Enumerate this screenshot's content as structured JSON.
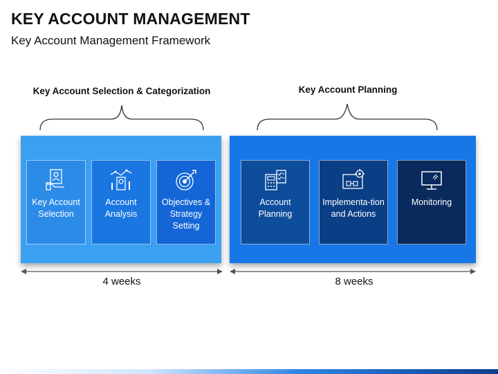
{
  "title": "KEY ACCOUNT MANAGEMENT",
  "subtitle": "Key Account Management Framework",
  "groups": [
    {
      "label": "Key Account Selection & Categorization",
      "duration": "4 weeks",
      "cards": [
        {
          "label": "Key Account Selection",
          "icon": "user-profile-document-icon"
        },
        {
          "label": "Account Analysis",
          "icon": "financial-analysis-icon"
        },
        {
          "label": "Objectives & Strategy Setting",
          "icon": "target-arrow-icon"
        }
      ]
    },
    {
      "label": "Key Account Planning",
      "duration": "8 weeks",
      "cards": [
        {
          "label": "Account Planning",
          "icon": "calculator-checklist-icon"
        },
        {
          "label": "Implementa-tion and Actions",
          "icon": "gear-chart-icon"
        },
        {
          "label": "Monitoring",
          "icon": "monitor-icon"
        }
      ]
    }
  ],
  "colors": {
    "panel1": "#3aa1f2",
    "panel2": "#1877e6",
    "card_light": "#2d8be8",
    "card_mid": "#1466d6",
    "card_g2_1": "#0d4d9c",
    "card_g2_2": "#0a3e85",
    "card_g2_3": "#082a5c"
  }
}
